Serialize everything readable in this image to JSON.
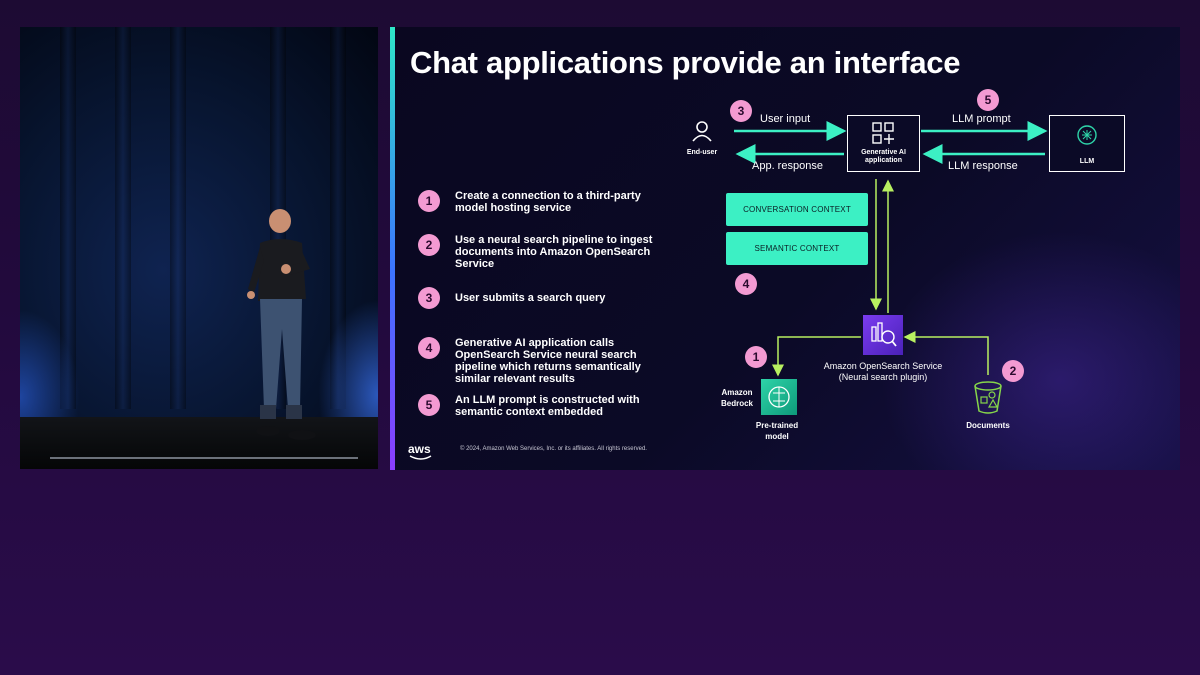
{
  "slide": {
    "title": "Chat applications provide an interface",
    "steps": [
      {
        "num": "1",
        "text": "Create a connection to a third-party model hosting service"
      },
      {
        "num": "2",
        "text": "Use a neural search pipeline to ingest documents into Amazon OpenSearch Service"
      },
      {
        "num": "3",
        "text": "User submits a search query"
      },
      {
        "num": "4",
        "text": "Generative AI application calls OpenSearch Service neural search pipeline which returns semantically similar relevant results"
      },
      {
        "num": "5",
        "text": "An LLM prompt is constructed with semantic context embedded"
      }
    ],
    "diagram": {
      "end_user": "End-user",
      "user_input": "User input",
      "app_response": "App. response",
      "gen_ai_app": "Generative AI application",
      "llm_prompt": "LLM prompt",
      "llm_response": "LLM response",
      "llm": "LLM",
      "conversation_context": "CONVERSATION CONTEXT",
      "semantic_context": "SEMANTIC CONTEXT",
      "opensearch": "Amazon OpenSearch Service (Neural search plugin)",
      "bedrock": "Amazon Bedrock",
      "pretrained": "Pre-trained model",
      "documents": "Documents",
      "badges": {
        "user_input": "3",
        "llm_prompt": "5",
        "context": "4",
        "bedrock": "1",
        "documents": "2"
      }
    },
    "footer": {
      "logo": "aws",
      "copyright": "© 2024, Amazon Web Services, Inc. or its affiliates. All rights reserved."
    }
  },
  "colors": {
    "accent_teal": "#3cf0c4",
    "badge_pink": "#f39ad2",
    "arrow_green": "#b8f060"
  },
  "icons": [
    "person-icon",
    "app-grid-icon",
    "brain-chip-icon",
    "opensearch-icon",
    "bedrock-icon",
    "bucket-icon",
    "aws-smile-icon"
  ]
}
